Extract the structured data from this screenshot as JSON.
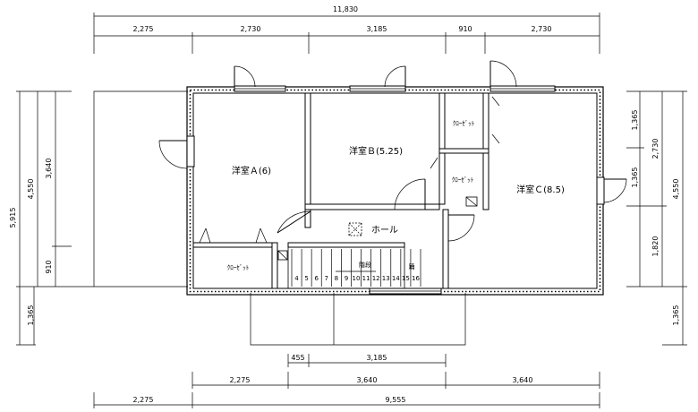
{
  "dimensions": {
    "top_total": "11,830",
    "top_segments": [
      "2,275",
      "2,730",
      "3,185",
      "910",
      "2,730"
    ],
    "left_outer": "5,915",
    "left_mid": "4,550",
    "left_inner_upper": "3,640",
    "left_inner_lower": "910",
    "left_bottom": "1,365",
    "right_upper": "1,365",
    "right_mid": "2,730",
    "right_mid2": "1,365",
    "right_lower": "1,820",
    "right_outer": "4,550",
    "right_bottom": "1,365",
    "bottom_small": [
      "455",
      "3,185"
    ],
    "bottom_row": [
      "2,275",
      "3,640",
      "3,640"
    ],
    "bottom_total": [
      "2,275",
      "9,555"
    ]
  },
  "rooms": {
    "room_a": "洋室Ａ(6)",
    "room_b": "洋室Ｂ(5.25)",
    "room_c": "洋室Ｃ(8.5)",
    "hall": "ホール",
    "closet_top": "ｸﾛｰｾﾞｯﾄ",
    "closet_mid": "ｸﾛｰｾﾞｯﾄ",
    "closet_left": "ｸﾛｰｾﾞｯﾄ"
  },
  "stairs": {
    "label": "階段",
    "steps": [
      "4",
      "5",
      "6",
      "7",
      "8",
      "9",
      "10",
      "11",
      "12",
      "13",
      "14",
      "15",
      "16"
    ],
    "end_label": "踊"
  }
}
